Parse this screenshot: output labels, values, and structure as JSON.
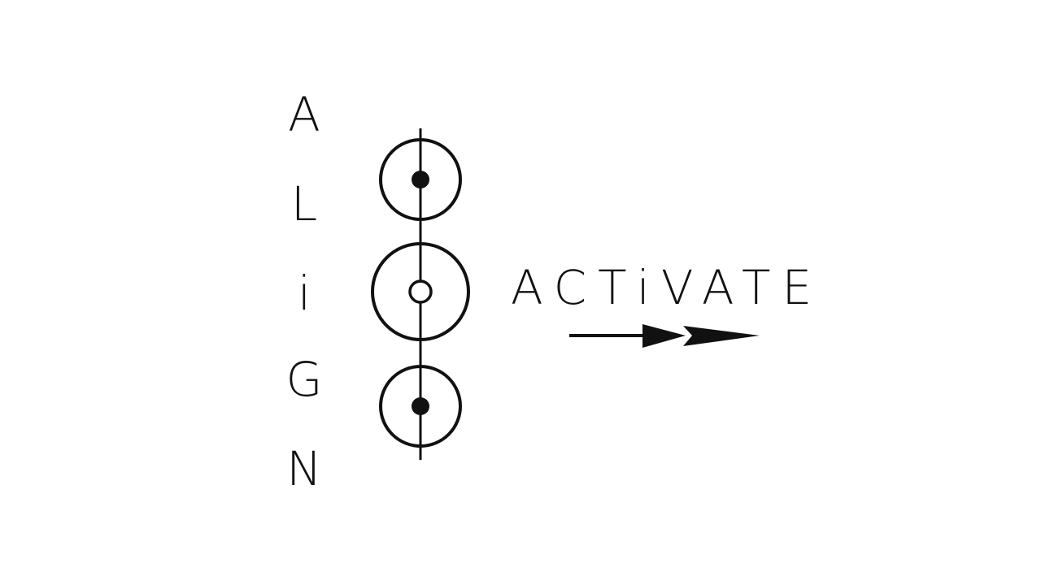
{
  "vertical_letters": [
    "A",
    "L",
    "i",
    "G",
    "N"
  ],
  "action_word": "ACTiVATE",
  "colors": {
    "ink": "#111111",
    "background": "#ffffff"
  },
  "icons": {
    "alignment_symbol": "three-stacked-circles-with-axis",
    "direction_arrow": "double-arrow-right"
  }
}
